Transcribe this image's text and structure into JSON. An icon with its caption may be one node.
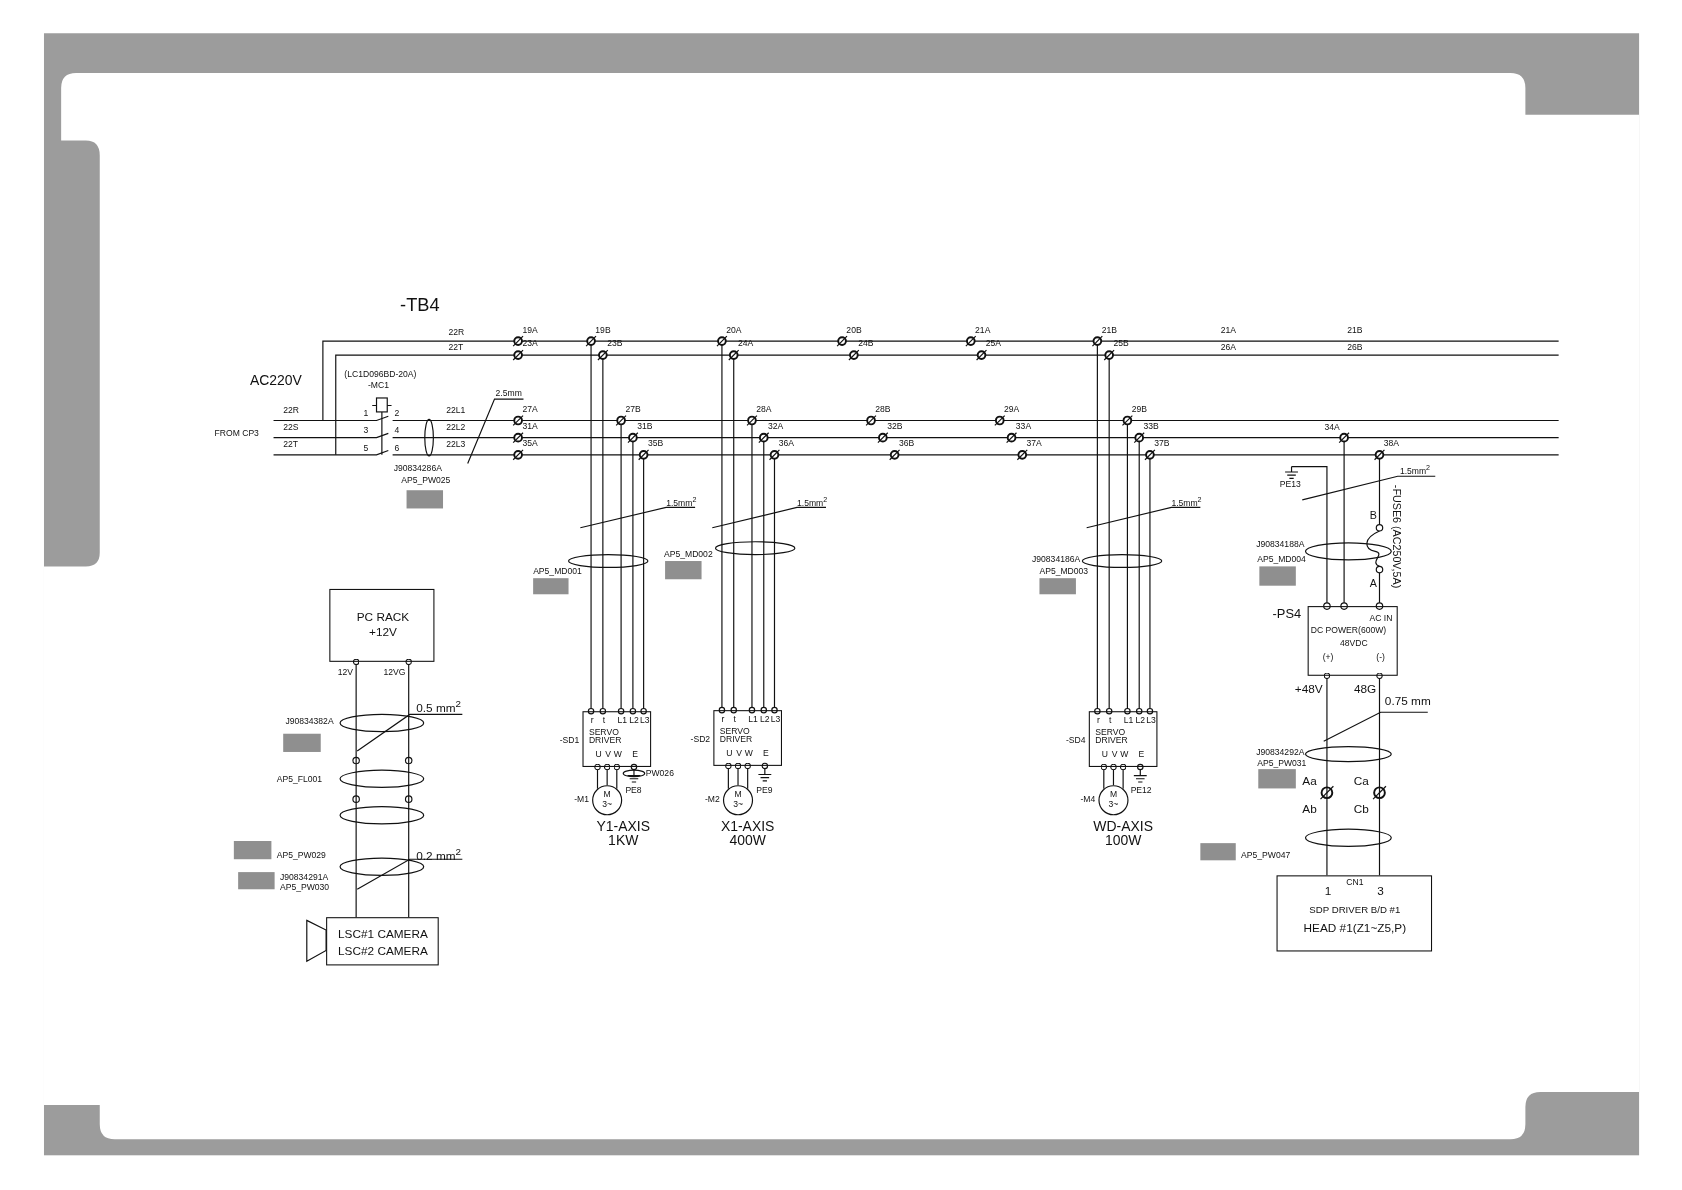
{
  "diagram": {
    "nodes": [
      {
        "text": [
          "PC RACK",
          "+12V"
        ]
      },
      {
        "text": [
          "LSC#1 CAMERA",
          "LSC#2 CAMERA"
        ]
      },
      {
        "text": [
          "r",
          "t",
          "L1",
          "L2",
          "L3",
          "SERVO DRIVER",
          "U",
          "V",
          "W",
          "E"
        ],
        "beside": [
          "-SD1"
        ]
      },
      {
        "text": [
          "M",
          "3~"
        ],
        "beside": [
          "-M1",
          "Y1-AXIS 1KW"
        ]
      },
      {
        "text": [
          "r",
          "t",
          "L1",
          "L2",
          "L3",
          "SERVO DRIVER",
          "U",
          "V",
          "W",
          "E"
        ],
        "beside": [
          "-SD2"
        ]
      },
      {
        "text": [
          "M",
          "3~"
        ],
        "beside": [
          "-M2",
          "X1-AXIS 400W"
        ]
      },
      {
        "text": [
          "r",
          "t",
          "L1",
          "L2",
          "L3",
          "SERVO DRIVER",
          "U",
          "V",
          "W",
          "E"
        ],
        "beside": [
          "-SD4"
        ]
      },
      {
        "text": [
          "M",
          "3~"
        ],
        "beside": [
          "-M4",
          "WD-AXIS 100W"
        ]
      },
      {
        "text": [
          "AC IN",
          "DC POWER(600W)",
          "48VDC",
          "(+)",
          "(-)"
        ],
        "beside": [
          "-PS4"
        ]
      },
      {
        "text": [
          "1",
          "CN1",
          "3",
          "SDP DRIVER B/D #1",
          "HEAD #1(Z1~Z5,P)"
        ]
      }
    ],
    "edges": [
      {
        "from": 0,
        "to": 1,
        "arrow": "other",
        "label": "12V"
      },
      {
        "from": 0,
        "to": 1,
        "arrow": "other",
        "label": "12VG"
      },
      {
        "from": 2,
        "to": 3,
        "arrow": "other"
      },
      {
        "from": 2,
        "to": 3,
        "arrow": "other"
      },
      {
        "from": 2,
        "to": 3,
        "arrow": "other"
      },
      {
        "from": 4,
        "to": 5,
        "arrow": "other"
      },
      {
        "from": 4,
        "to": 5,
        "arrow": "other"
      },
      {
        "from": 4,
        "to": 5,
        "arrow": "other"
      },
      {
        "from": 6,
        "to": 7,
        "arrow": "other"
      },
      {
        "from": 6,
        "to": 7,
        "arrow": "other"
      },
      {
        "from": 6,
        "to": 7,
        "arrow": "other"
      },
      {
        "from": 8,
        "to": 9,
        "arrow": "other",
        "label": "+48V"
      },
      {
        "from": 8,
        "to": 9,
        "arrow": "other",
        "label": "48G"
      }
    ],
    "labels": [
      "-TB4",
      "AC220V",
      "FROM CP3",
      "22R",
      "22S",
      "22T",
      "22R",
      "22T",
      "(LC1D096BD-20A)",
      "-MC1",
      "1",
      "2",
      "3",
      "4",
      "5",
      "6",
      "22L1",
      "22L2",
      "22L3",
      "2.5mm",
      "J90834286A",
      "AP5_PW025",
      "19A",
      "19B",
      "20A",
      "20B",
      "21A",
      "21B",
      "21A",
      "21B",
      "23A",
      "23B",
      "24A",
      "24B",
      "25A",
      "25B",
      "26A",
      "26B",
      "27A",
      "27B",
      "28A",
      "28B",
      "29A",
      "29B",
      "31A",
      "31B",
      "32A",
      "32B",
      "33A",
      "33B",
      "34A",
      "35A",
      "35B",
      "36A",
      "36B",
      "37A",
      "37B",
      "38A",
      "1.5mm$^{2}$",
      "AP5_MD001",
      "1.5mm$^{2}$",
      "AP5_MD002",
      "1.5mm$^{2}$",
      "J90834186A",
      "AP5_MD003",
      "PE13",
      "1.5mm$^{2}$",
      "-FUSE6 (AC250V,5A)",
      "B",
      "J90834188A",
      "AP5_MD004",
      "A",
      "J90834382A",
      "0.5 mm$^{2}$",
      "AP5_FL001",
      "PW026",
      "PE8",
      "PE9",
      "PE12",
      "AP5_PW029",
      "0.2 mm$^{2}$",
      "J90834291A",
      "AP5_PW030",
      "0.75 mm",
      "J90834292A",
      "AP5_PW031",
      "Aa",
      "Ca",
      "Ab",
      "Cb",
      "AP5_PW047"
    ]
  }
}
